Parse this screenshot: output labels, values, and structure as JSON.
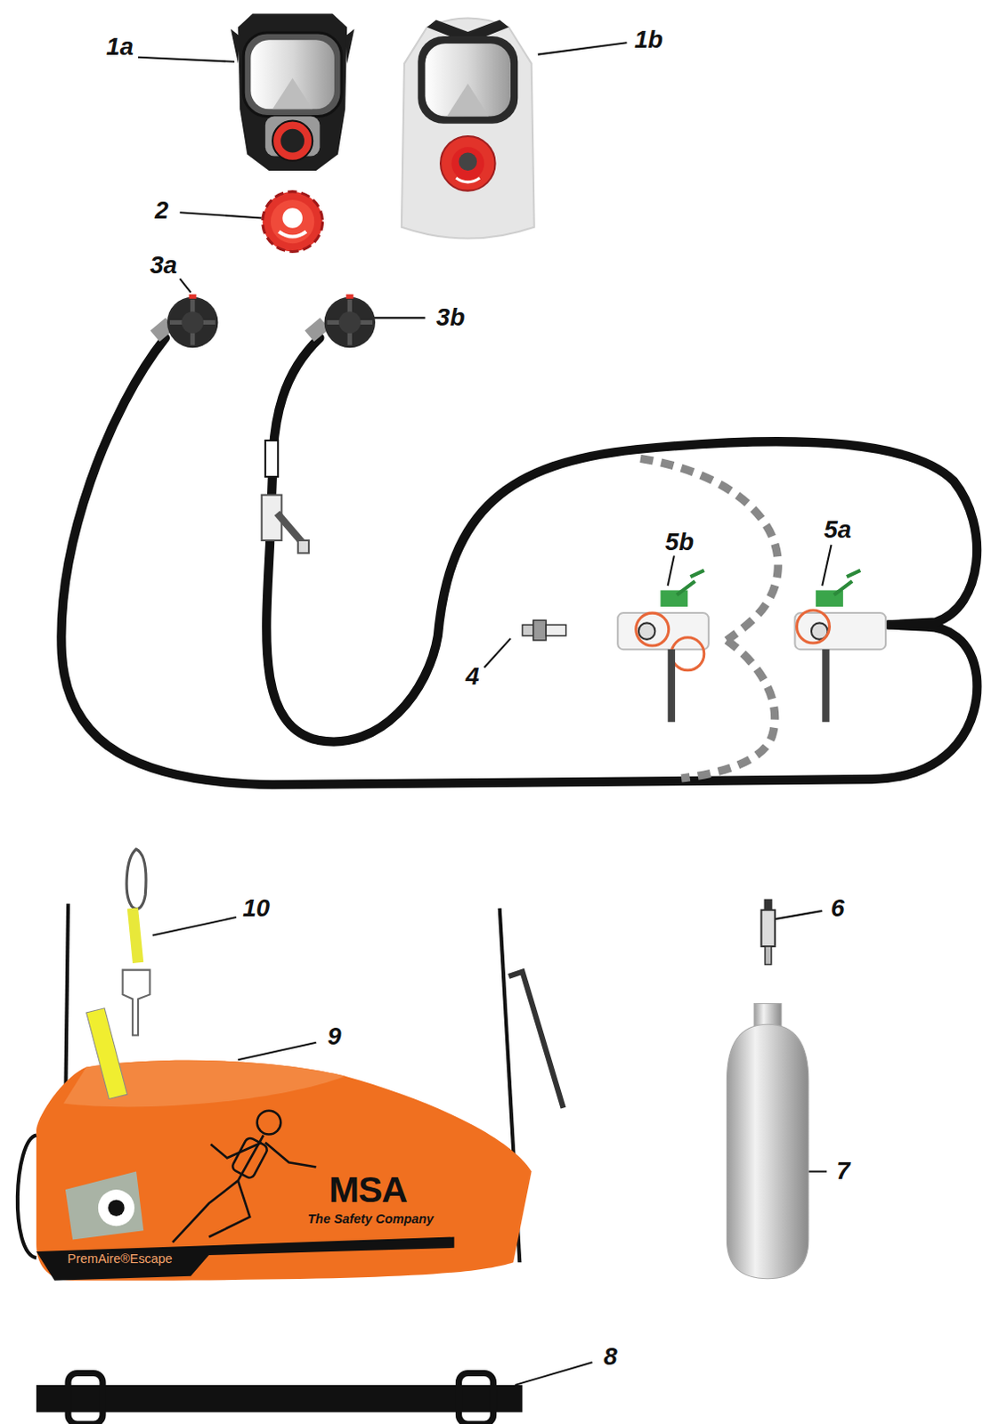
{
  "diagram": {
    "labels": [
      "1a",
      "1b",
      "2",
      "3a",
      "3b",
      "4",
      "5b",
      "5a",
      "10",
      "9",
      "6",
      "7",
      "8",
      "MSA",
      "The Safety Company",
      "PremAire®Escape"
    ]
  }
}
